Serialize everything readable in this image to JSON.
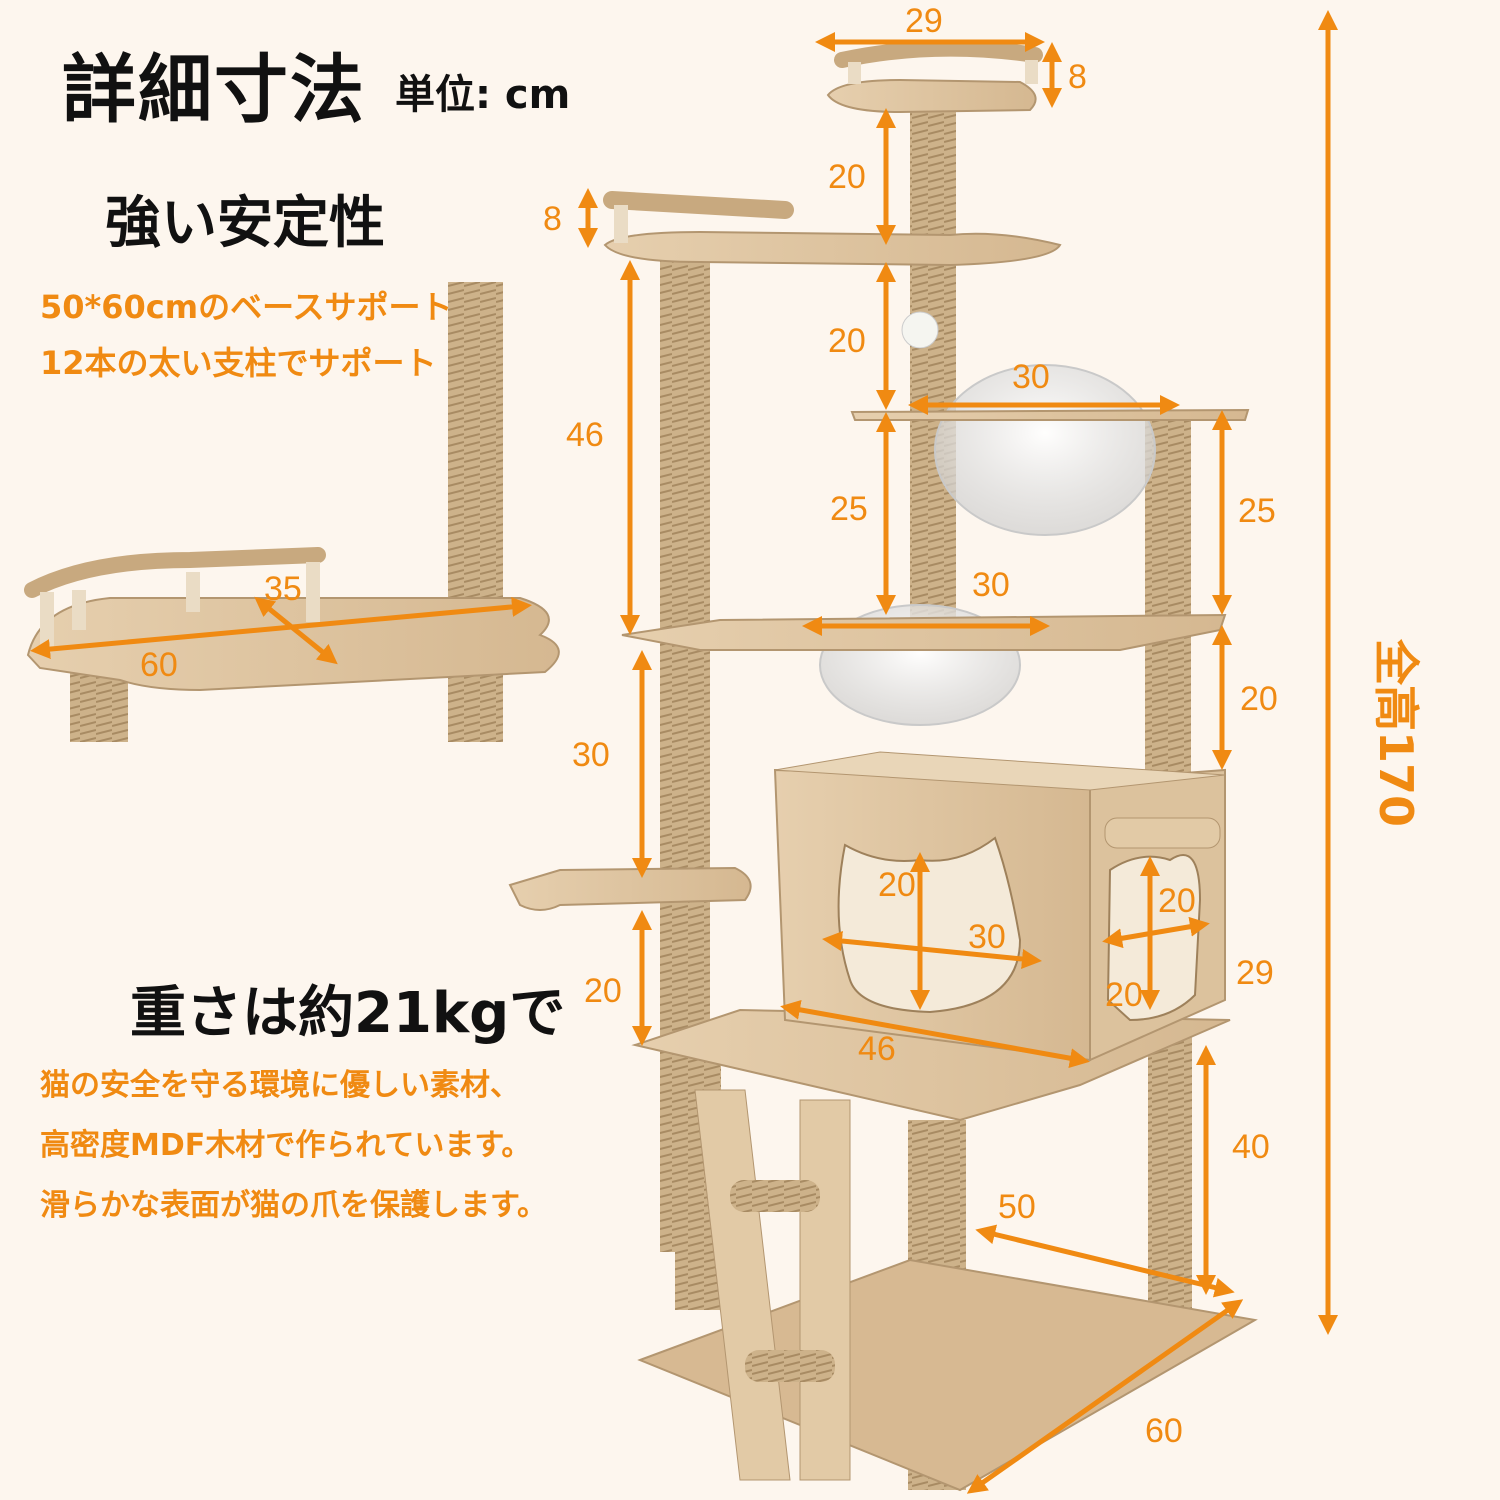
{
  "header": {
    "title": "詳細寸法",
    "unit": "単位: cm"
  },
  "stability": {
    "heading": "強い安定性",
    "lines": [
      "50*60cmのベースサポート、",
      "12本の太い支柱でサポート"
    ]
  },
  "weight": {
    "heading": "重さは約21kgで",
    "lines": [
      "猫の安全を守る環境に優しい素材、",
      "高密度MDF木材で作られています。",
      "滑らかな表面が猫の爪を保護します。"
    ]
  },
  "total_height": "全高170",
  "dimensions": {
    "top_width": "29",
    "top_rail_height": "8",
    "left_rail_height": "8",
    "upper_gap": "20",
    "mid_gap": "20",
    "bowl_top_width": "30",
    "left_post": "46",
    "bowl_gap_left": "25",
    "bowl_gap_right": "25",
    "bowl_mid_width": "30",
    "right_gap_20": "20",
    "lower_left": "30",
    "step_gap": "20",
    "house_front_h": "20",
    "house_front_w": "30",
    "side_window_h": "20",
    "side_window_w": "20",
    "house_depth": "29",
    "house_width": "46",
    "lower_right": "40",
    "base_depth": "50",
    "base_width": "60",
    "inset_width": "35",
    "inset_length": "60"
  },
  "colors": {
    "accent": "#f08a12",
    "wood": "#d9bd95",
    "rope": "#c9ae85",
    "background": "#fdf6ee"
  }
}
